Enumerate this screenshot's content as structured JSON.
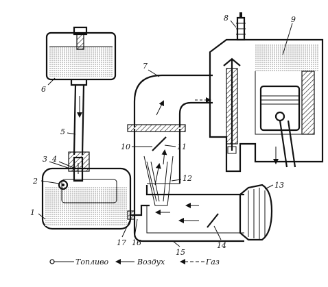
{
  "diagram": {
    "labels": [
      {
        "id": "1",
        "text": "1"
      },
      {
        "id": "2",
        "text": "2"
      },
      {
        "id": "3",
        "text": "3"
      },
      {
        "id": "4",
        "text": "4"
      },
      {
        "id": "5",
        "text": "5"
      },
      {
        "id": "6",
        "text": "6"
      },
      {
        "id": "7",
        "text": "7"
      },
      {
        "id": "8",
        "text": "8"
      },
      {
        "id": "9",
        "text": "9"
      },
      {
        "id": "10",
        "text": "10"
      },
      {
        "id": "11",
        "text": "11"
      },
      {
        "id": "12",
        "text": "12"
      },
      {
        "id": "13",
        "text": "13"
      },
      {
        "id": "14",
        "text": "14"
      },
      {
        "id": "15",
        "text": "15"
      },
      {
        "id": "16",
        "text": "16"
      },
      {
        "id": "17",
        "text": "17"
      }
    ],
    "legend": {
      "fuel": "Топливо",
      "air": "Воздух",
      "gas": "Газ"
    }
  }
}
